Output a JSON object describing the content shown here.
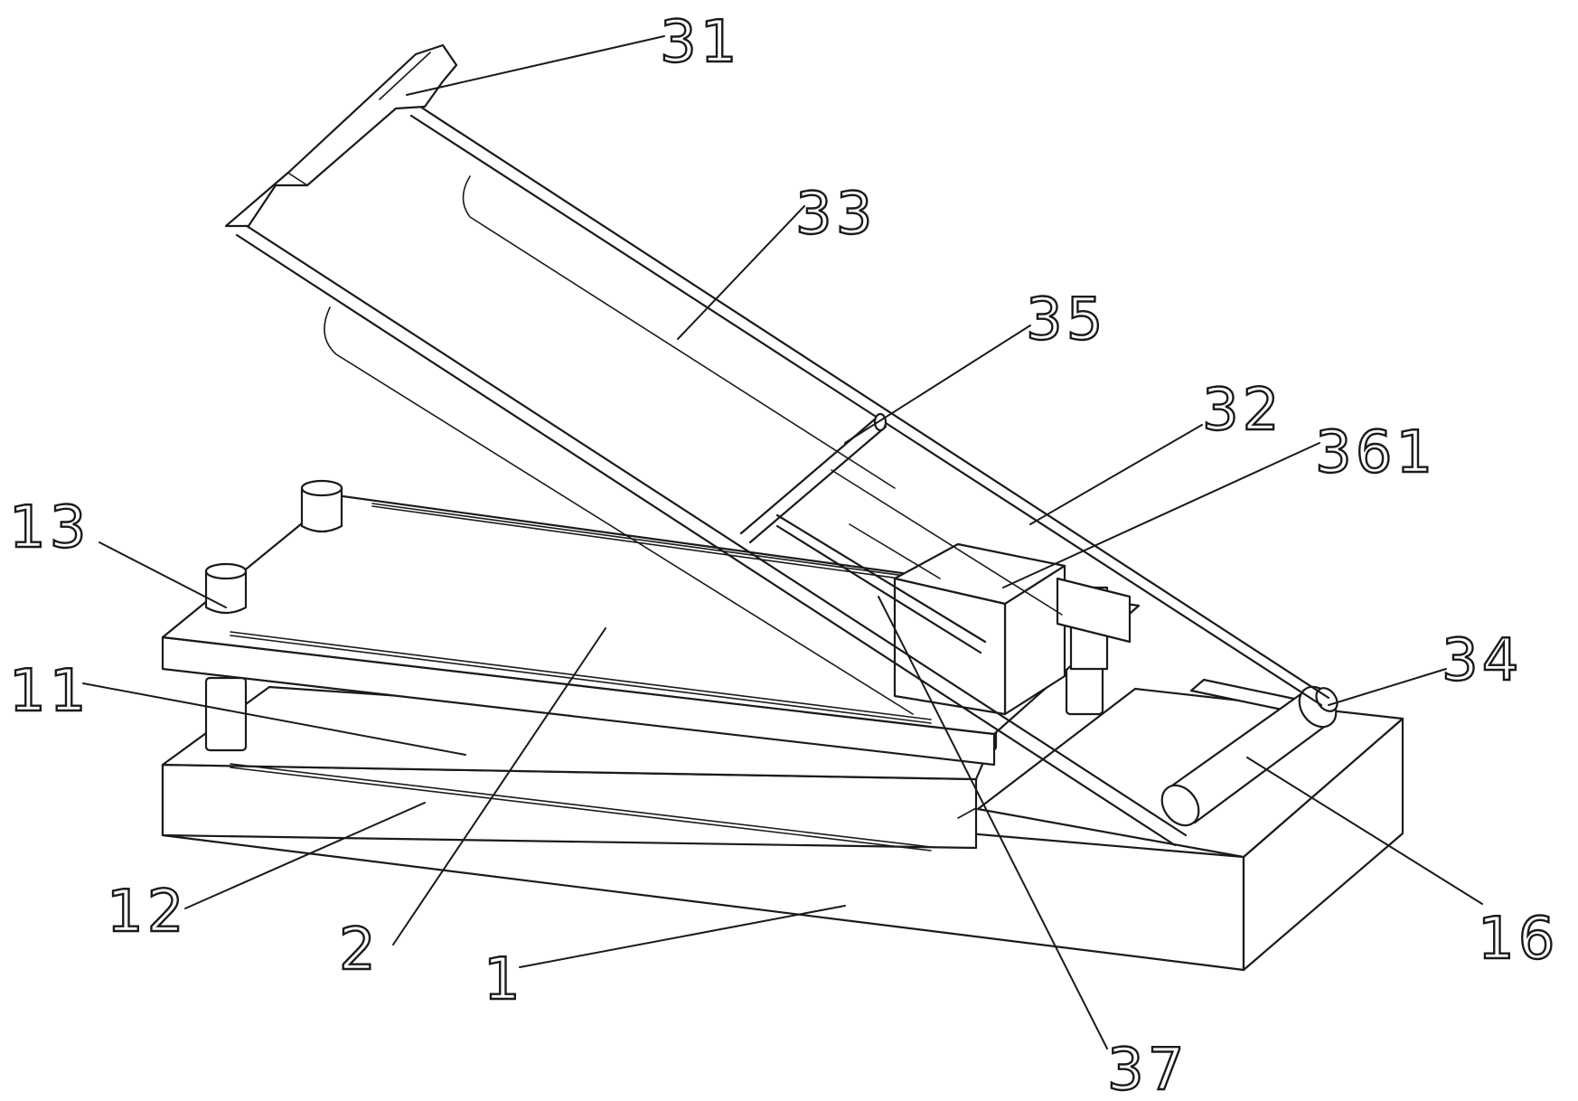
{
  "labels": [
    {
      "key": "31",
      "text": "31"
    },
    {
      "key": "33",
      "text": "33"
    },
    {
      "key": "35",
      "text": "35"
    },
    {
      "key": "32",
      "text": "32"
    },
    {
      "key": "361",
      "text": "361"
    },
    {
      "key": "13",
      "text": "13"
    },
    {
      "key": "34",
      "text": "34"
    },
    {
      "key": "11",
      "text": "11"
    },
    {
      "key": "16",
      "text": "16"
    },
    {
      "key": "12",
      "text": "12"
    },
    {
      "key": "2",
      "text": "2"
    },
    {
      "key": "1",
      "text": "1"
    },
    {
      "key": "37",
      "text": "37"
    }
  ]
}
